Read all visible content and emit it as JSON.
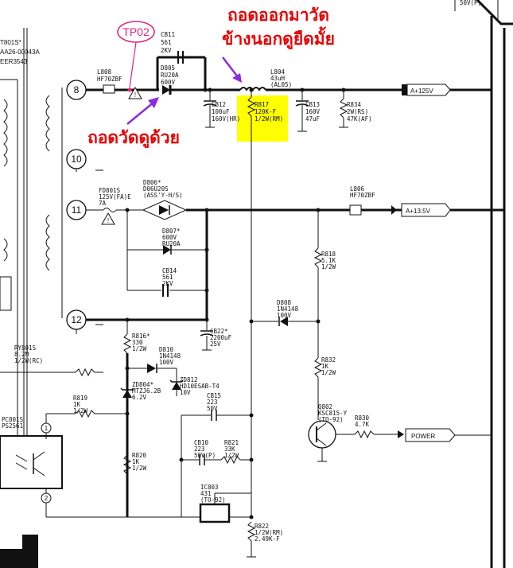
{
  "colors": {
    "red": "#e80000",
    "pink": "#e0257a",
    "purple": "#8a2be2",
    "highlight": "#ffff00",
    "wire": "#111111"
  },
  "annotations": {
    "note_top_line1": "ถอดออกมาวัด",
    "note_top_line2": "ข้างนอกดูยืดมั้ย",
    "note_left": "ถอดวัดดูด้วย",
    "tp02": "TP02"
  },
  "header_left": {
    "line1": "T801S*",
    "line2": "AA26-00043A",
    "line3": "EER3543"
  },
  "top_right_fragment": "50V(P)",
  "pins": [
    "8",
    "10",
    "11",
    "12",
    "1",
    "2"
  ],
  "outputs": {
    "a125": "A+125V",
    "a135": "A+13.5V",
    "power": "POWER"
  },
  "components": {
    "cb11": [
      "CB11",
      "561",
      "2KV"
    ],
    "l808": [
      "L808",
      "HF70ZBF"
    ],
    "d805": [
      "D805",
      "RU20A",
      "600V"
    ],
    "l804": [
      "L804",
      "43uH",
      "(AL05)"
    ],
    "cb12": [
      "CB12",
      "100uF",
      "160V(HR)"
    ],
    "r817": [
      "R817",
      "120K-F",
      "1/2W(RM)"
    ],
    "cb13": [
      "CB13",
      "160V",
      "47uF"
    ],
    "r834": [
      "R834",
      "2W(RS)",
      "47K(AF)"
    ],
    "fd801": [
      "FD801S",
      "125V(FA)E",
      "7A"
    ],
    "d806": [
      "D806*",
      "D06U20S",
      "(ASS'Y-H/S)"
    ],
    "l806": [
      "L806",
      "HF70ZBF"
    ],
    "d807": [
      "D807*",
      "600V",
      "RU20A"
    ],
    "cb14": [
      "CB14",
      "561",
      "2KV"
    ],
    "r818": [
      "R818",
      "5.1K",
      "1/2W"
    ],
    "d808": [
      "D808",
      "1N4148",
      "100V"
    ],
    "cb22": [
      "CB22*",
      "2200uF",
      "25V"
    ],
    "r816": [
      "R816*",
      "330",
      "1/2W"
    ],
    "d810": [
      "D810",
      "1N4148",
      "100V"
    ],
    "zd812": [
      "ZD812",
      "HD10ESAB-T4",
      "10V"
    ],
    "zd804": [
      "ZD804*",
      "MTZJ6.2B",
      "6.2V"
    ],
    "ry801": [
      "RY801S",
      "8.2M",
      "1/2W(RC)"
    ],
    "r819": [
      "R819",
      "1K",
      "1/2W"
    ],
    "r832": [
      "R832",
      "1K",
      "1/2W"
    ],
    "cb15": [
      "CB15",
      "223",
      "50V"
    ],
    "cb10": [
      "CB10",
      "223",
      "50V(P)"
    ],
    "r821": [
      "R821",
      "33K",
      "1/2W"
    ],
    "q802": [
      "Q802",
      "KSC815-Y",
      "(TO-92)"
    ],
    "r830": [
      "R830",
      "4.7K"
    ],
    "pc801": [
      "PC801S",
      "PS2561"
    ],
    "r820": [
      "R820",
      "1K",
      "1/2W"
    ],
    "ic803": [
      "IC803",
      "431",
      "(TO-92)"
    ],
    "r822": [
      "R822",
      "1/2W(RM)",
      "2.49K-F"
    ]
  }
}
